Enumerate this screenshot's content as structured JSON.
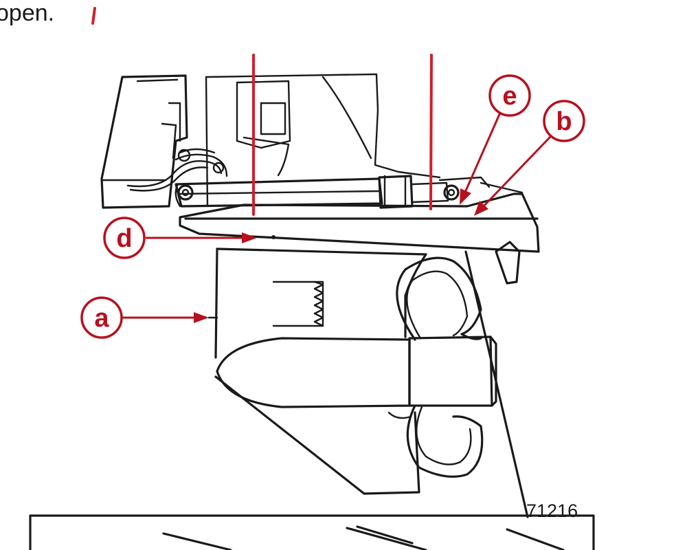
{
  "header": {
    "text": "open."
  },
  "figure": {
    "number": "71216"
  },
  "callouts": {
    "a": "a",
    "b": "b",
    "d": "d",
    "e": "e"
  },
  "colors": {
    "callout": "#b8101e",
    "reference_line": "#d11f2b",
    "line_art": "#1a1a1a"
  }
}
